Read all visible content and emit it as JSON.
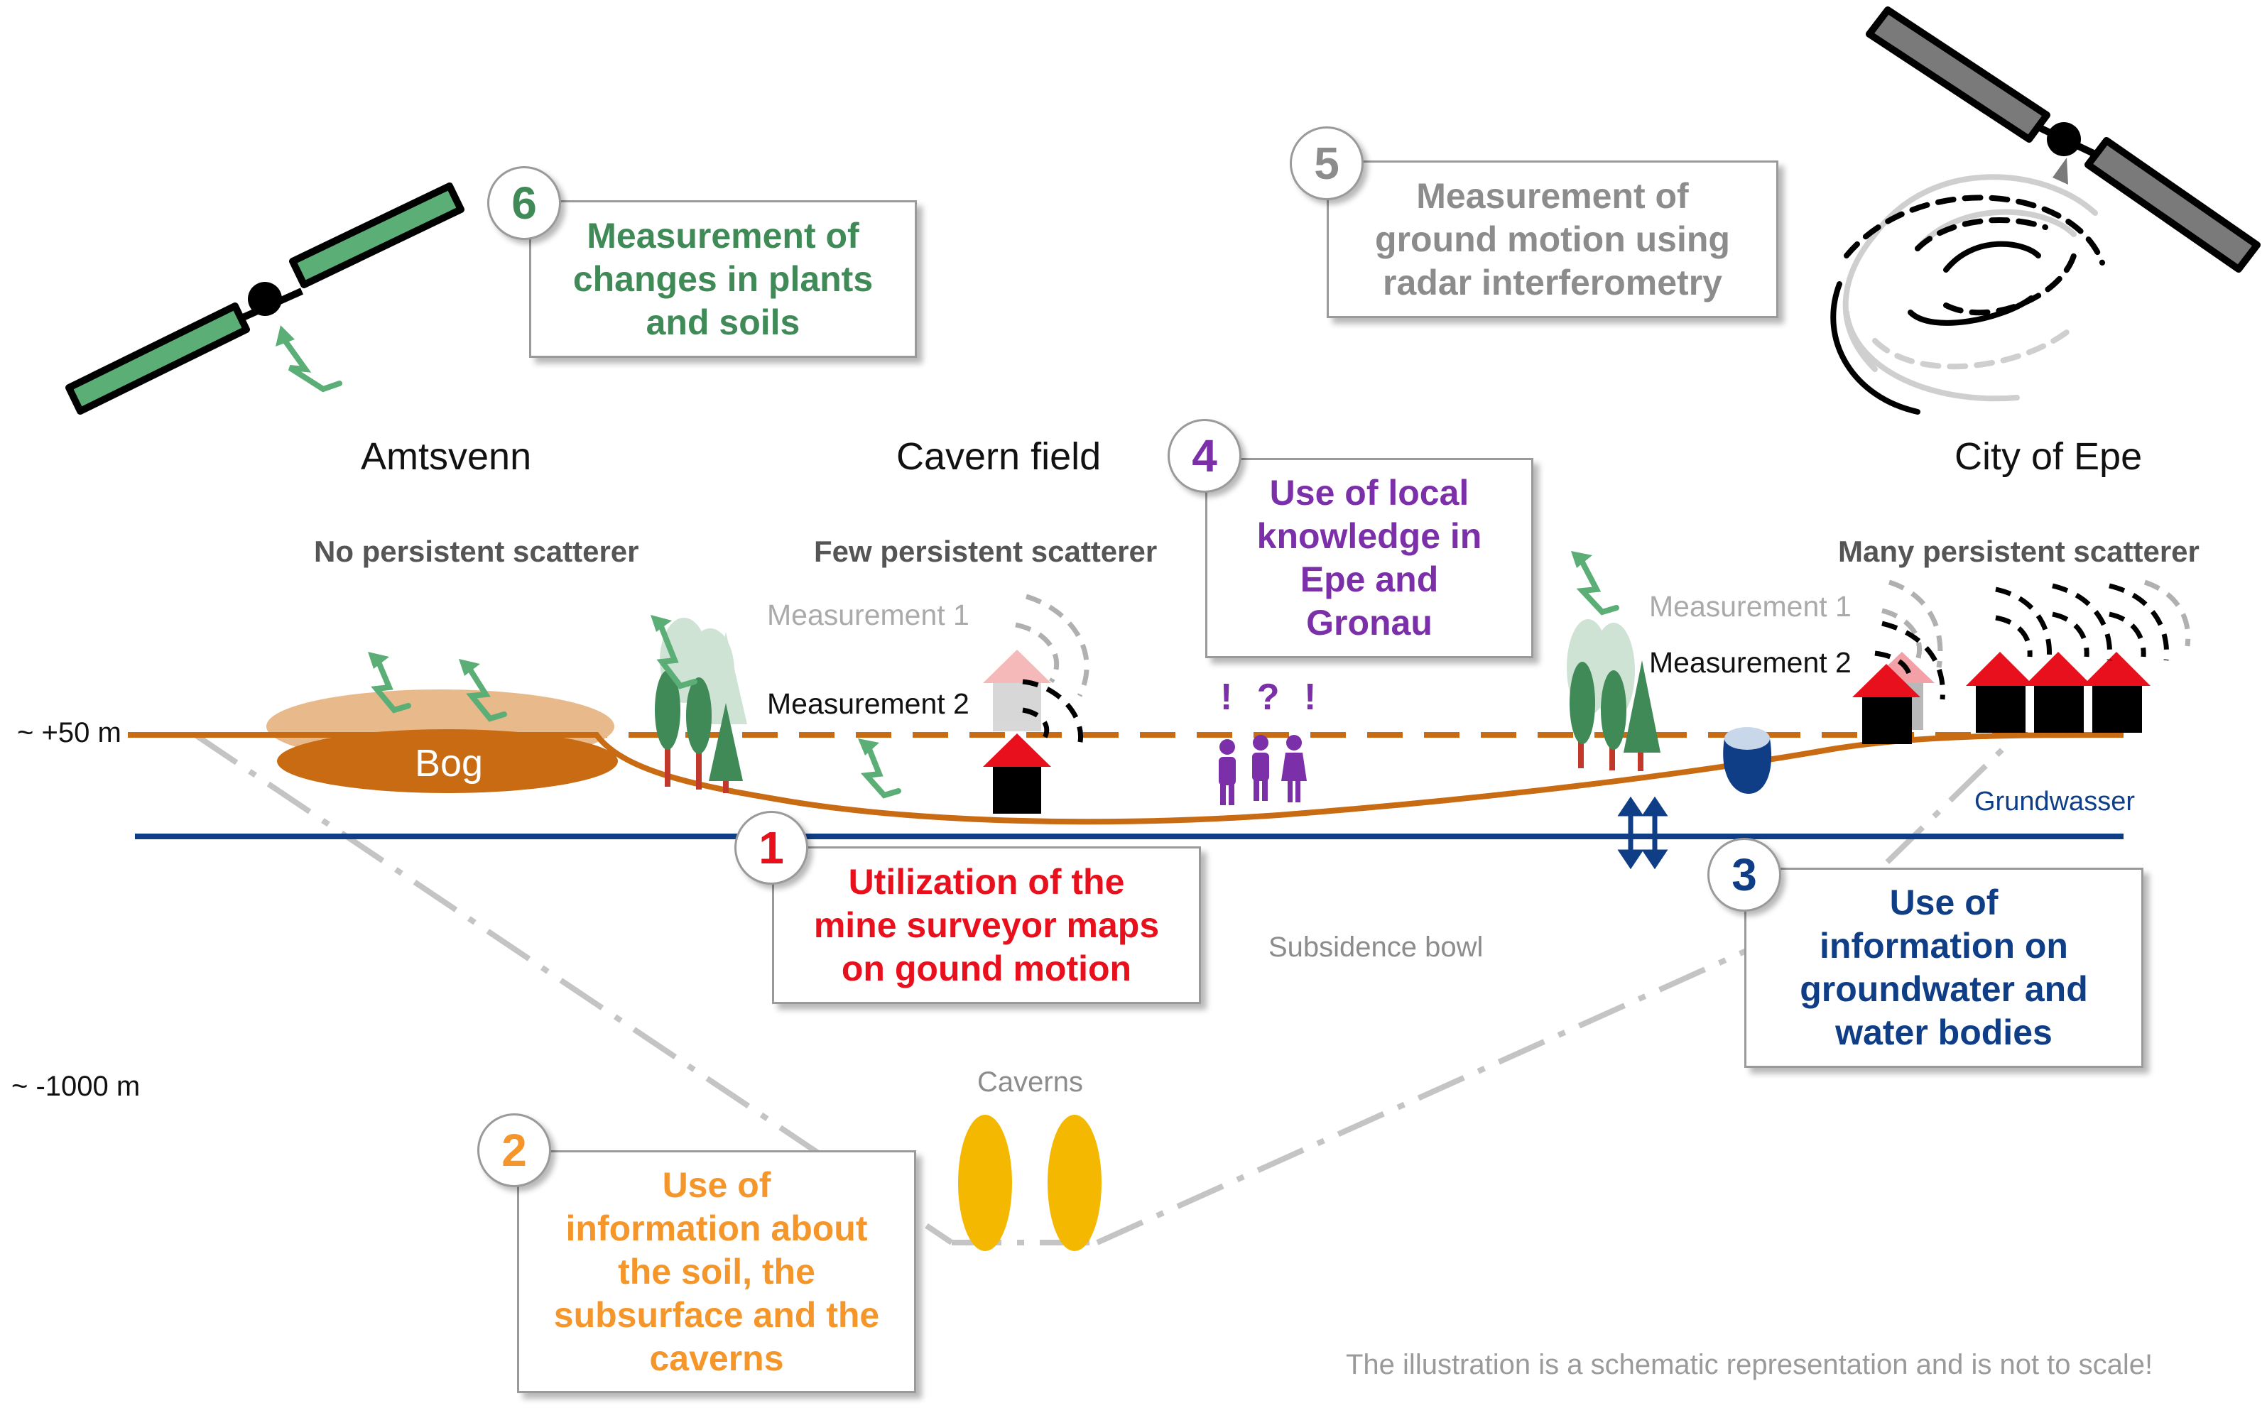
{
  "regions": {
    "amtsvenn": "Amtsvenn",
    "cavern_field": "Cavern field",
    "city": "City of Epe"
  },
  "scatterers": {
    "none": "No persistent  scatterer",
    "few": "Few persistent  scatterer",
    "many": "Many persistent  scatterer"
  },
  "measurements": {
    "m1_left": "Measurement  1",
    "m2_left": "Measurement  2",
    "m1_right": "Measurement  1",
    "m2_right": "Measurement  2"
  },
  "labels": {
    "bog": "Bog",
    "level_top": "~ +50  m",
    "level_bottom": "~ -1000  m",
    "groundwater": "Grundwasser",
    "subsidence": "Subsidence  bowl",
    "caverns": "Caverns",
    "people_marks": "! ? !",
    "disclaimer": "The illustration is a schematic representation  and is not to scale!"
  },
  "boxes": [
    {
      "number": "1",
      "color": "#e8101c",
      "lines": [
        "Utilization  of the",
        "mine surveyor maps",
        "on gound motion"
      ]
    },
    {
      "number": "2",
      "color": "#f5962a",
      "lines": [
        "Use of",
        "information  about",
        "the soil, the",
        "subsurface and the",
        "caverns"
      ]
    },
    {
      "number": "3",
      "color": "#0f3e86",
      "lines": [
        "Use of",
        "information  on",
        "groundwater and",
        "water bodies"
      ]
    },
    {
      "number": "4",
      "color": "#7b2fa8",
      "lines": [
        "Use of local",
        "knowledge in",
        "Epe and",
        "Gronau"
      ]
    },
    {
      "number": "5",
      "color": "#8c8c8c",
      "lines": [
        "Measurement of",
        "ground motion using",
        "radar interferometry"
      ]
    },
    {
      "number": "6",
      "color": "#3f8a57",
      "lines": [
        "Measurement of",
        "changes in plants",
        "and soils"
      ]
    }
  ],
  "colors": {
    "ground": "#c86b12",
    "bog_light": "#e8b98a",
    "groundwater": "#0f3e86",
    "sat_green": "#5cae77",
    "sat_grey": "#7a7a7a",
    "tree": "#3f8a57",
    "house_roof": "#e8101c",
    "cavern": "#f5b800",
    "people": "#7b2fa8"
  }
}
